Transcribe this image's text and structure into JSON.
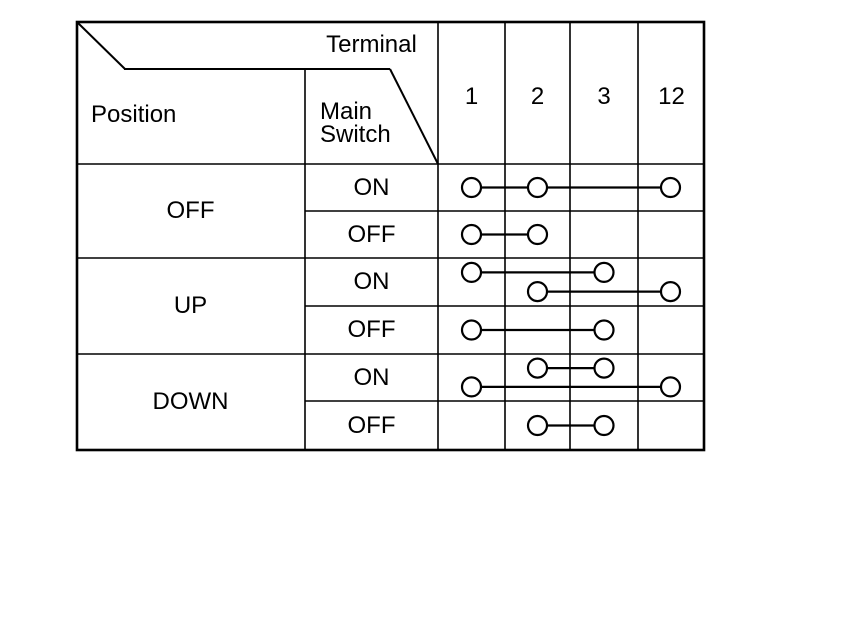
{
  "table": {
    "corner": {
      "terminal_label": "Terminal",
      "position_label": "Position",
      "main_switch_label": "Main\nSwitch"
    },
    "terminals": [
      "1",
      "2",
      "3",
      "12"
    ],
    "rows": [
      {
        "position": "OFF",
        "sub_rows": [
          {
            "main_switch": "ON",
            "connections": [
              [
                "1",
                "2",
                "12"
              ]
            ]
          },
          {
            "main_switch": "OFF",
            "connections": [
              [
                "1",
                "2"
              ]
            ]
          }
        ]
      },
      {
        "position": "UP",
        "sub_rows": [
          {
            "main_switch": "ON",
            "connections": [
              [
                "1",
                "3"
              ],
              [
                "2",
                "12"
              ]
            ]
          },
          {
            "main_switch": "OFF",
            "connections": [
              [
                "1",
                "3"
              ]
            ]
          }
        ]
      },
      {
        "position": "DOWN",
        "sub_rows": [
          {
            "main_switch": "ON",
            "connections": [
              [
                "2",
                "3"
              ],
              [
                "1",
                "12"
              ]
            ]
          },
          {
            "main_switch": "OFF",
            "connections": [
              [
                "2",
                "3"
              ]
            ]
          }
        ]
      }
    ],
    "colors": {
      "line": "#000000",
      "background": "#ffffff",
      "text": "#000000"
    }
  }
}
